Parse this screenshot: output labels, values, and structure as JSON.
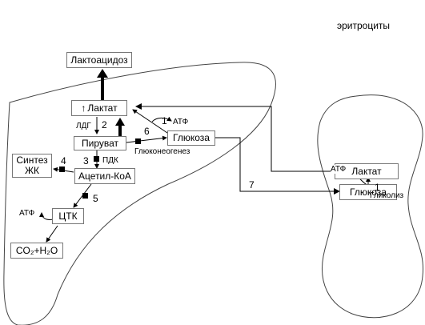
{
  "title": "эритроциты",
  "nodes": {
    "lactoacidosis": "Лактоацидоз",
    "lactate_liver": "Лактат",
    "pyruvate": "Пируват",
    "glucose_liver": "Глюкоза",
    "fa_synthesis": "Синтез ЖК",
    "acetyl_coa": "Ацетил-КоА",
    "tca": "ЦТК",
    "co2_h2o": "CO₂+H₂O",
    "lactate_rbc": "Лактат",
    "glucose_rbc": "Глюкоза"
  },
  "labels": {
    "ldg": "ЛДГ",
    "pdk": "ПДК",
    "gluconeogenesis": "Глюконеогенез",
    "glycolysis": "Гликолиз",
    "atp": "АТФ",
    "up_arrow": "↑"
  },
  "steps": [
    "1",
    "2",
    "3",
    "4",
    "5",
    "6",
    "7"
  ]
}
